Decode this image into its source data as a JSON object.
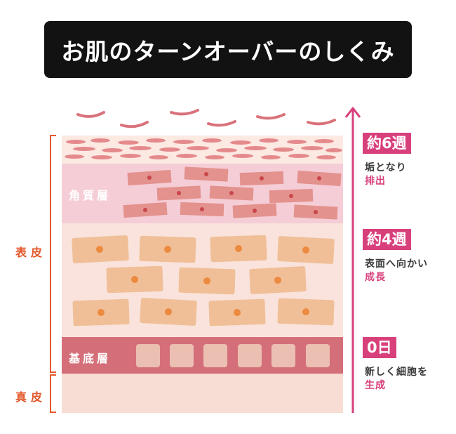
{
  "title": "お肌のターンオーバーのしくみ",
  "side_labels": {
    "epidermis": "表皮",
    "dermis": "真皮"
  },
  "layer_labels": {
    "stratum_corneum": "角質層",
    "basal_layer": "基底層"
  },
  "stages": [
    {
      "badge": "約6週",
      "desc": "垢となり",
      "emph": "排出"
    },
    {
      "badge": "約4週",
      "desc": "表面へ向かい",
      "emph": "成長"
    },
    {
      "badge": "0日",
      "desc": "新しく細胞を",
      "emph": "生成"
    }
  ],
  "colors": {
    "title_bg": "#121212",
    "accent_pink": "#d8407c",
    "bracket_orange": "#e3582b",
    "shed_flake": "#d9727a",
    "corneum_bg": "#f5cdd6",
    "corneum_cell": "#e3928e",
    "spinous_bg": "#f9e3dc",
    "spinous_cell": "#f0bf97",
    "nucleus": "#ec8a3f",
    "basal_bg": "#d46f7a",
    "basal_cell": "#ebbfb1",
    "dermis_bg": "#f7ddd3"
  }
}
